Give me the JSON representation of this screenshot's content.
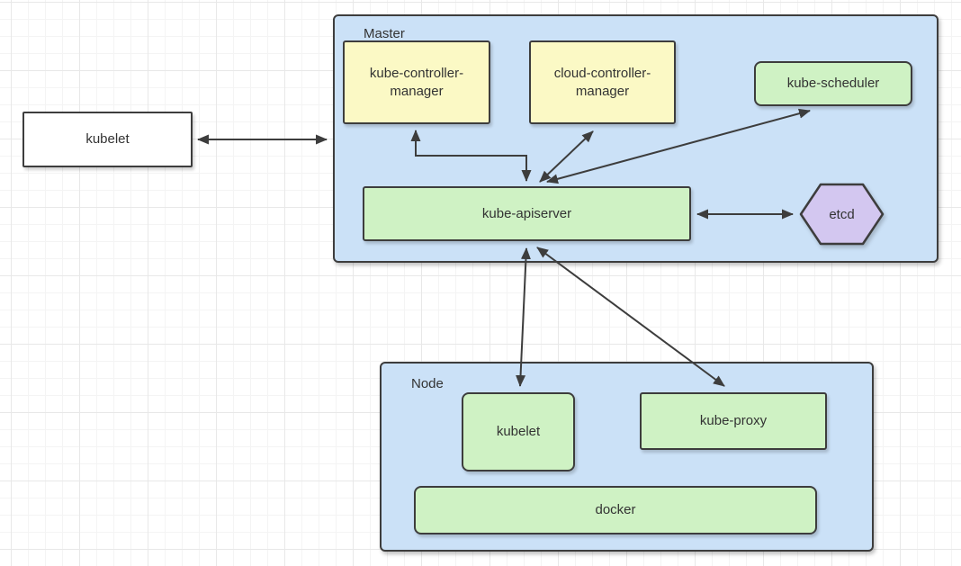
{
  "diagram": {
    "type": "kubernetes-architecture",
    "background_grid": true,
    "colors": {
      "container_fill": "#cbe1f7",
      "yellow_fill": "#fbf9c5",
      "green_fill": "#cff2c4",
      "purple_fill": "#d3c7f0",
      "white_fill": "#ffffff",
      "border": "#3d3d3d",
      "text": "#333333"
    },
    "containers": {
      "master": {
        "label": "Master"
      },
      "node": {
        "label": "Node"
      }
    },
    "nodes": {
      "kubelet_external": {
        "label": "kubelet",
        "shape": "rectangle",
        "fill": "white"
      },
      "kube_controller_manager": {
        "label": "kube-controller-manager",
        "shape": "rectangle",
        "fill": "yellow"
      },
      "cloud_controller_manager": {
        "label": "cloud-controller-manager",
        "shape": "rectangle",
        "fill": "yellow"
      },
      "kube_scheduler": {
        "label": "kube-scheduler",
        "shape": "rounded-rectangle",
        "fill": "green"
      },
      "kube_apiserver": {
        "label": "kube-apiserver",
        "shape": "rectangle",
        "fill": "green"
      },
      "etcd": {
        "label": "etcd",
        "shape": "hexagon",
        "fill": "purple"
      },
      "kubelet_node": {
        "label": "kubelet",
        "shape": "rounded-rectangle",
        "fill": "green"
      },
      "kube_proxy": {
        "label": "kube-proxy",
        "shape": "rectangle",
        "fill": "green"
      },
      "docker": {
        "label": "docker",
        "shape": "rounded-rectangle",
        "fill": "green"
      }
    },
    "edges": [
      {
        "from": "kubelet_external",
        "to": "master",
        "bidirectional": true,
        "style": "straight"
      },
      {
        "from": "kube_controller_manager",
        "to": "kube_apiserver",
        "bidirectional": true,
        "style": "elbow"
      },
      {
        "from": "cloud_controller_manager",
        "to": "kube_apiserver",
        "bidirectional": true,
        "style": "straight"
      },
      {
        "from": "kube_scheduler",
        "to": "kube_apiserver",
        "bidirectional": true,
        "style": "straight"
      },
      {
        "from": "kube_apiserver",
        "to": "etcd",
        "bidirectional": true,
        "style": "straight"
      },
      {
        "from": "kube_apiserver",
        "to": "kubelet_node",
        "bidirectional": true,
        "style": "straight"
      },
      {
        "from": "kube_apiserver",
        "to": "kube_proxy",
        "bidirectional": true,
        "style": "straight"
      }
    ]
  }
}
